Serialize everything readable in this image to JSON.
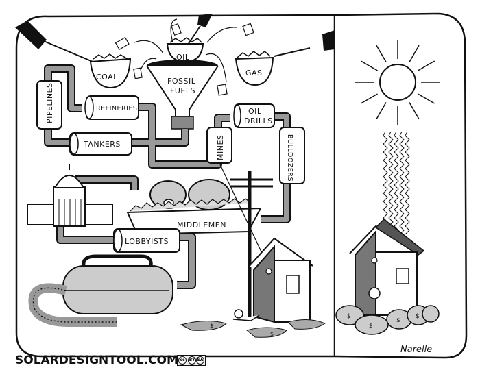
{
  "cartoon": {
    "left_panel": {
      "sources": [
        {
          "label": "COAL"
        },
        {
          "label": "OIL"
        },
        {
          "label": "GAS"
        }
      ],
      "funnel_label_line1": "FOSSIL",
      "funnel_label_line2": "FUELS",
      "tanks": [
        {
          "label": "PIPELINES"
        },
        {
          "label": "REFINERIES"
        },
        {
          "label": "TANKERS"
        },
        {
          "label": "MINES"
        },
        {
          "label": "OIL"
        },
        {
          "label": "DRILLS"
        },
        {
          "label": "BULLDOZERS"
        },
        {
          "label": "LOBBYISTS"
        }
      ],
      "trough_label": "MIDDLEMEN",
      "money_symbol": "$"
    },
    "right_panel": {
      "money_symbol": "$",
      "signature": "Narelle"
    }
  },
  "footer": {
    "site": "SOLARDESIGNTOOL.COM",
    "license_badge": "cc",
    "license_by": "BY",
    "license_sa": "SA"
  }
}
